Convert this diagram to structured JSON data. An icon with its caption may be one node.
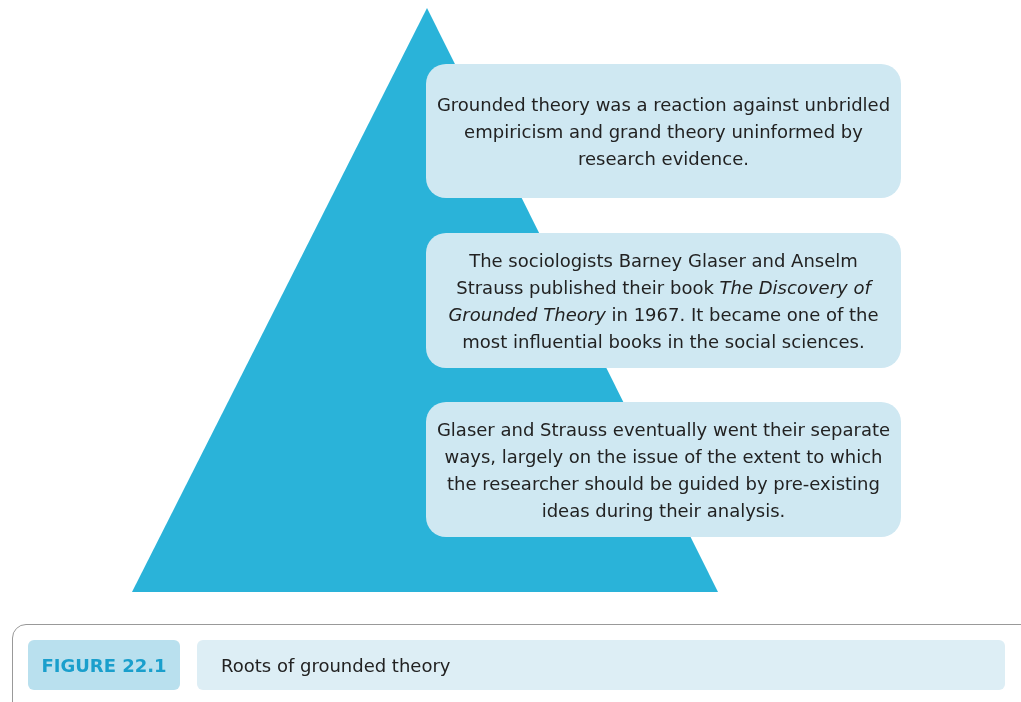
{
  "diagram": {
    "caption": "Roots of grounded theory",
    "nodes": [
      {
        "text": [
          "Grounded theory was a reaction against unbridled empiricism and grand theory uninformed by research evidence."
        ]
      },
      {
        "text": [
          "The sociologists Barney Glaser and Anselm Strauss published their book *The Discovery of Grounded Theory* in 1967. It became one of the most influential books in the social sciences."
        ]
      },
      {
        "text": [
          "Glaser and Strauss eventually went their separate ways, largely on the issue of the extent to which the researcher should be guided by pre-existing ideas during their analysis."
        ]
      }
    ],
    "edges": [],
    "labels": [
      "FIGURE 22.1"
    ]
  }
}
